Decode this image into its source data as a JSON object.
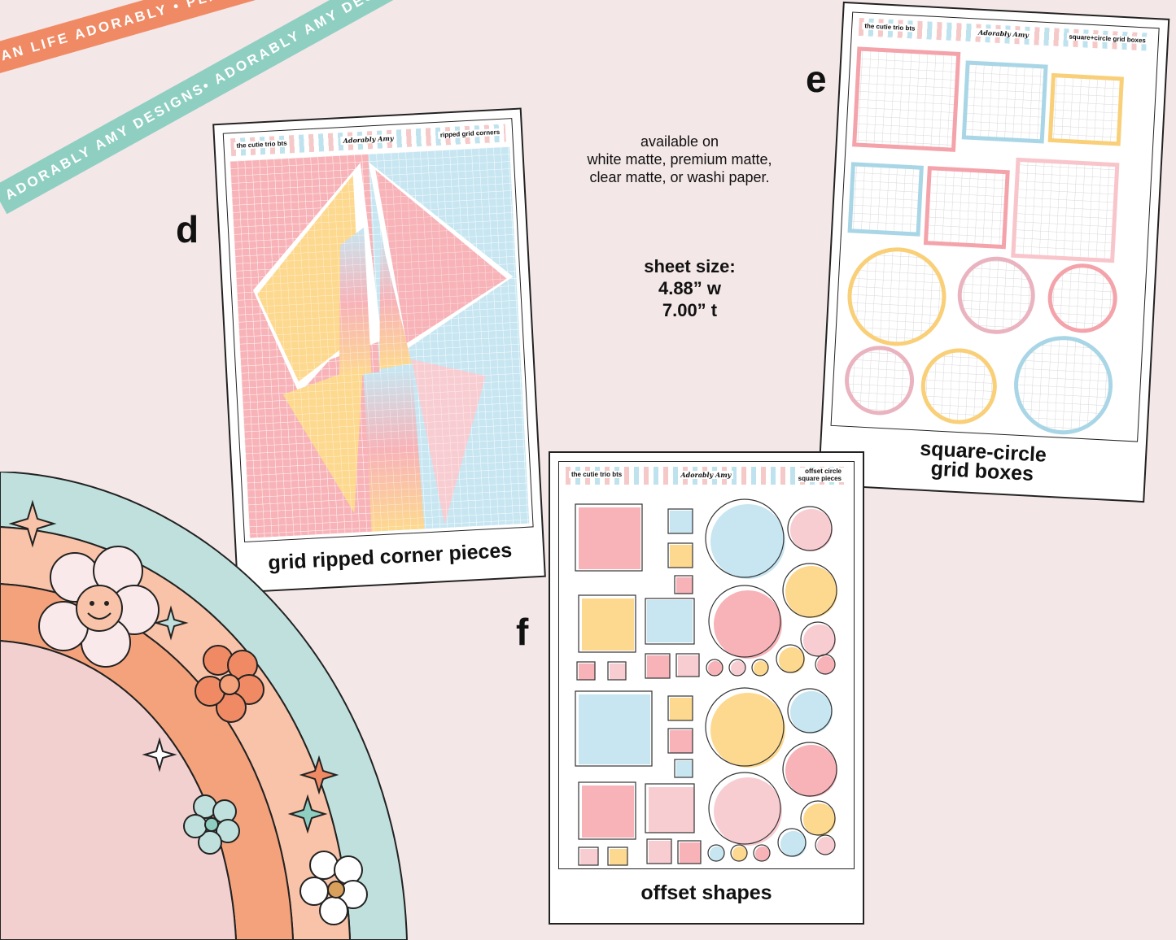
{
  "ribbons": {
    "orange_text": "PLAN LIFE ADORABLY • PLAN LIFE ADORABLY • PLAN LIFE ADO",
    "teal_text": "ADORABLY AMY DESIGNS• ADORABLY AMY DESIGNS• AD"
  },
  "labels": {
    "d": "d",
    "e": "e",
    "f": "f"
  },
  "availability": {
    "line1": "available on",
    "line2": "white matte, premium matte,",
    "line3": "clear matte, or washi paper."
  },
  "sheet_size": {
    "line1": "sheet size:",
    "line2": "4.88” w",
    "line3": "7.00” t"
  },
  "sheets": {
    "d": {
      "header_left": "the cutie trio bts",
      "header_brand": "Adorably Amy",
      "header_right": "ripped grid corners",
      "caption": "grid ripped corner pieces"
    },
    "e": {
      "header_left": "the cutie trio bts",
      "header_brand": "Adorably Amy",
      "header_right": "square+circle grid boxes",
      "caption_line1": "square-circle",
      "caption_line2": "grid boxes"
    },
    "f": {
      "header_left": "the cutie trio bts",
      "header_brand": "Adorably Amy",
      "header_right_line1": "offset circle",
      "header_right_line2": "square pieces",
      "caption": "offset shapes"
    }
  },
  "colors": {
    "pink": "#f7b3b8",
    "yellow": "#fdd98f",
    "blue": "#c7e6f1",
    "lightpink": "#f8cdd2",
    "orange": "#f08a65",
    "teal": "#8fcfc2"
  }
}
